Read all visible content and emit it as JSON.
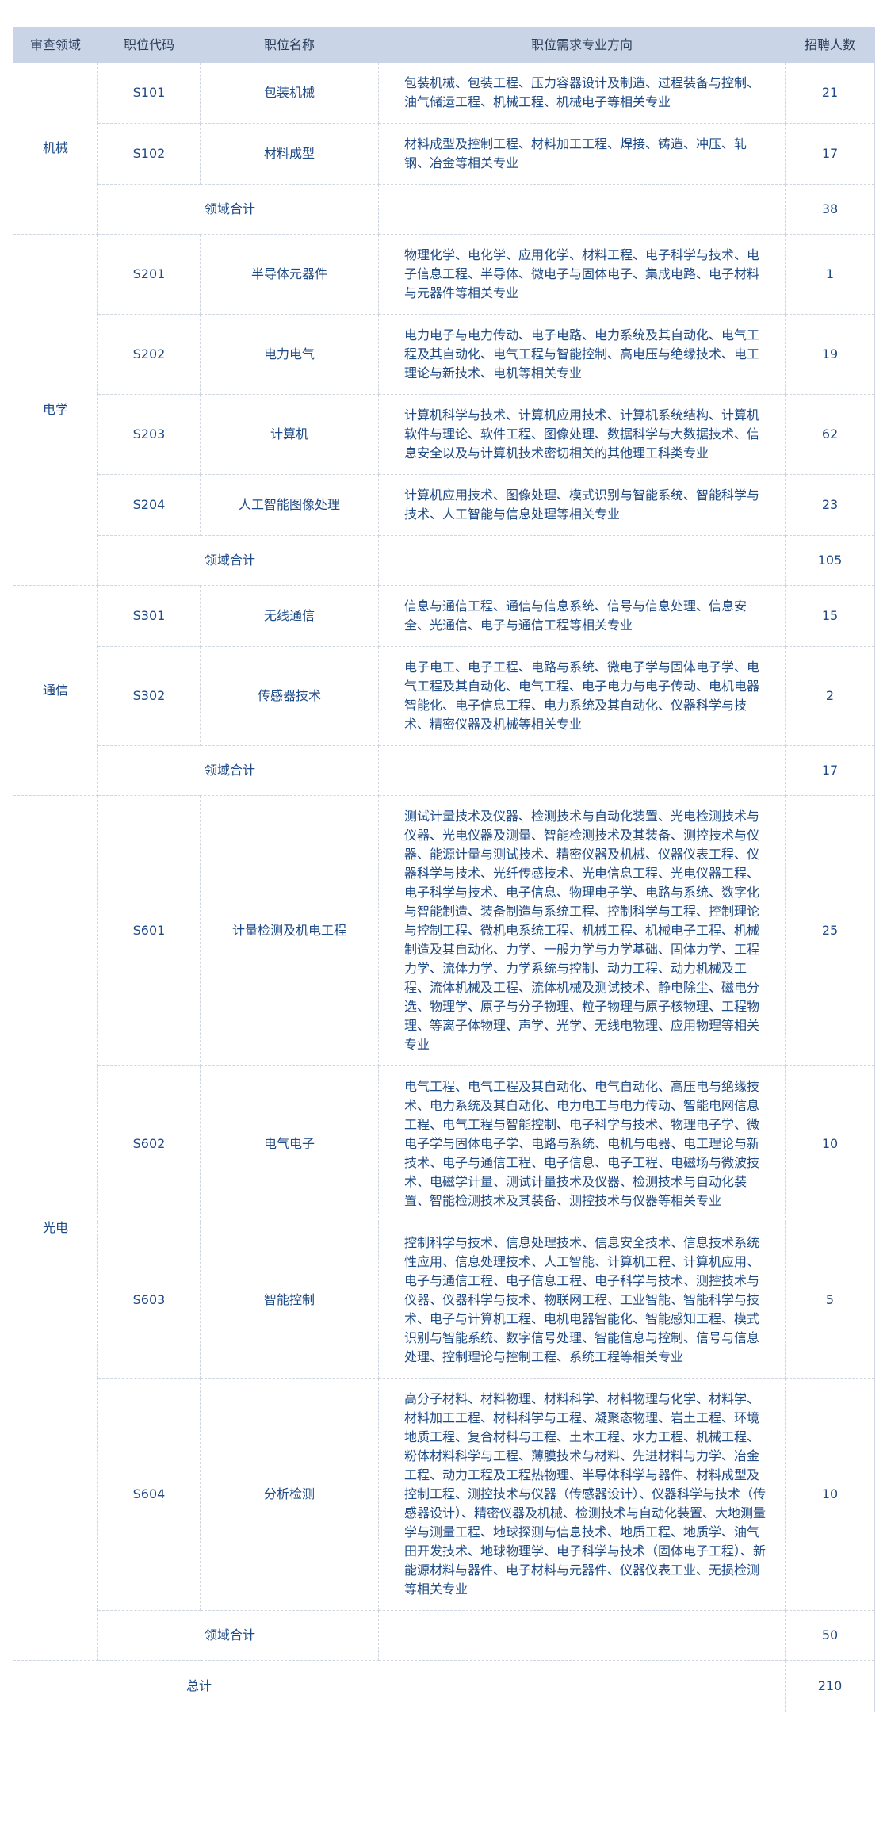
{
  "columns": [
    "审查领域",
    "职位代码",
    "职位名称",
    "职位需求专业方向",
    "招聘人数"
  ],
  "domains": [
    {
      "name": "机械",
      "positions": [
        {
          "code": "S101",
          "title": "包装机械",
          "req": "包装机械、包装工程、压力容器设计及制造、过程装备与控制、油气储运工程、机械工程、机械电子等相关专业",
          "count": "21"
        },
        {
          "code": "S102",
          "title": "材料成型",
          "req": "材料成型及控制工程、材料加工工程、焊接、铸造、冲压、轧钢、冶金等相关专业",
          "count": "17"
        }
      ],
      "subtotal_label": "领域合计",
      "subtotal": "38"
    },
    {
      "name": "电学",
      "positions": [
        {
          "code": "S201",
          "title": "半导体元器件",
          "req": "物理化学、电化学、应用化学、材料工程、电子科学与技术、电子信息工程、半导体、微电子与固体电子、集成电路、电子材料与元器件等相关专业",
          "count": "1"
        },
        {
          "code": "S202",
          "title": "电力电气",
          "req": "电力电子与电力传动、电子电路、电力系统及其自动化、电气工程及其自动化、电气工程与智能控制、高电压与绝缘技术、电工理论与新技术、电机等相关专业",
          "count": "19"
        },
        {
          "code": "S203",
          "title": "计算机",
          "req": "计算机科学与技术、计算机应用技术、计算机系统结构、计算机软件与理论、软件工程、图像处理、数据科学与大数据技术、信息安全以及与计算机技术密切相关的其他理工科类专业",
          "count": "62"
        },
        {
          "code": "S204",
          "title": "人工智能图像处理",
          "req": "计算机应用技术、图像处理、模式识别与智能系统、智能科学与技术、人工智能与信息处理等相关专业",
          "count": "23"
        }
      ],
      "subtotal_label": "领域合计",
      "subtotal": "105"
    },
    {
      "name": "通信",
      "positions": [
        {
          "code": "S301",
          "title": "无线通信",
          "req": "信息与通信工程、通信与信息系统、信号与信息处理、信息安全、光通信、电子与通信工程等相关专业",
          "count": "15"
        },
        {
          "code": "S302",
          "title": "传感器技术",
          "req": "电子电工、电子工程、电路与系统、微电子学与固体电子学、电气工程及其自动化、电气工程、电子电力与电子传动、电机电器智能化、电子信息工程、电力系统及其自动化、仪器科学与技术、精密仪器及机械等相关专业",
          "count": "2"
        }
      ],
      "subtotal_label": "领域合计",
      "subtotal": "17"
    },
    {
      "name": "光电",
      "positions": [
        {
          "code": "S601",
          "title": "计量检测及机电工程",
          "req": "测试计量技术及仪器、检测技术与自动化装置、光电检测技术与仪器、光电仪器及测量、智能检测技术及其装备、测控技术与仪器、能源计量与测试技术、精密仪器及机械、仪器仪表工程、仪器科学与技术、光纤传感技术、光电信息工程、光电仪器工程、电子科学与技术、电子信息、物理电子学、电路与系统、数字化与智能制造、装备制造与系统工程、控制科学与工程、控制理论与控制工程、微机电系统工程、机械工程、机械电子工程、机械制造及其自动化、力学、一般力学与力学基础、固体力学、工程力学、流体力学、力学系统与控制、动力工程、动力机械及工程、流体机械及工程、流体机械及测试技术、静电除尘、磁电分选、物理学、原子与分子物理、粒子物理与原子核物理、工程物理、等离子体物理、声学、光学、无线电物理、应用物理等相关专业",
          "count": "25"
        },
        {
          "code": "S602",
          "title": "电气电子",
          "req": "电气工程、电气工程及其自动化、电气自动化、高压电与绝缘技术、电力系统及其自动化、电力电工与电力传动、智能电网信息工程、电气工程与智能控制、电子科学与技术、物理电子学、微电子学与固体电子学、电路与系统、电机与电器、电工理论与新技术、电子与通信工程、电子信息、电子工程、电磁场与微波技术、电磁学计量、测试计量技术及仪器、检测技术与自动化装置、智能检测技术及其装备、测控技术与仪器等相关专业",
          "count": "10"
        },
        {
          "code": "S603",
          "title": "智能控制",
          "req": "控制科学与技术、信息处理技术、信息安全技术、信息技术系统性应用、信息处理技术、人工智能、计算机工程、计算机应用、电子与通信工程、电子信息工程、电子科学与技术、测控技术与仪器、仪器科学与技术、物联网工程、工业智能、智能科学与技术、电子与计算机工程、电机电器智能化、智能感知工程、模式识别与智能系统、数字信号处理、智能信息与控制、信号与信息处理、控制理论与控制工程、系统工程等相关专业",
          "count": "5"
        },
        {
          "code": "S604",
          "title": "分析检测",
          "req": "高分子材料、材料物理、材料科学、材料物理与化学、材料学、材料加工工程、材料科学与工程、凝聚态物理、岩土工程、环境地质工程、复合材料与工程、土木工程、水力工程、机械工程、粉体材料科学与工程、薄膜技术与材料、先进材料与力学、冶金工程、动力工程及工程热物理、半导体科学与器件、材料成型及控制工程、测控技术与仪器（传感器设计）、仪器科学与技术（传感器设计）、精密仪器及机械、检测技术与自动化装置、大地测量学与测量工程、地球探测与信息技术、地质工程、地质学、油气田开发技术、地球物理学、电子科学与技术（固体电子工程）、新能源材料与器件、电子材料与元器件、仪器仪表工业、无损检测等相关专业",
          "count": "10"
        }
      ],
      "subtotal_label": "领域合计",
      "subtotal": "50"
    }
  ],
  "total_label": "总计",
  "total": "210"
}
